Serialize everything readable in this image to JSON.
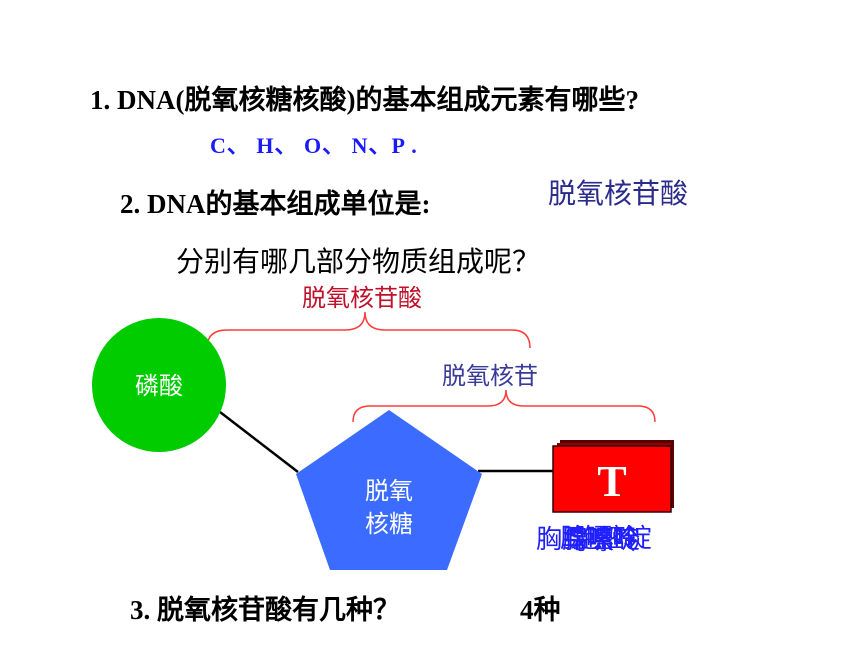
{
  "questions": {
    "q1": "1.  DNA(脱氧核糖核酸)的基本组成元素有哪些?",
    "a1": "C、 H、 O、 N、P .",
    "q2": "2.  DNA的基本组成单位是:",
    "a2": "脱氧核苷酸",
    "sub": "分别有哪几部分物质组成呢？",
    "q3": "3.  脱氧核苷酸有几种？",
    "a3": "4种"
  },
  "diagram": {
    "brace_nucleotide_label": "脱氧核苷酸",
    "brace_nucleoside_label": "脱氧核苷",
    "phosphate_label": "磷酸",
    "sugar_label_line1": "脱氧",
    "sugar_label_line2": "核糖",
    "base_letter": "T",
    "base_names_overlay": [
      "腺嘌呤",
      "鸟嘌呤",
      "胞嘧啶",
      "胸腺嘧啶"
    ],
    "colors": {
      "phosphate": "#00cc00",
      "sugar": "#3b6cff",
      "base": "#ff0000",
      "brace": "#ff3b3b",
      "nucleotide_label": "#c0102a",
      "nucleoside_label": "#3a3a9a",
      "base_names": "#2020ff"
    }
  }
}
